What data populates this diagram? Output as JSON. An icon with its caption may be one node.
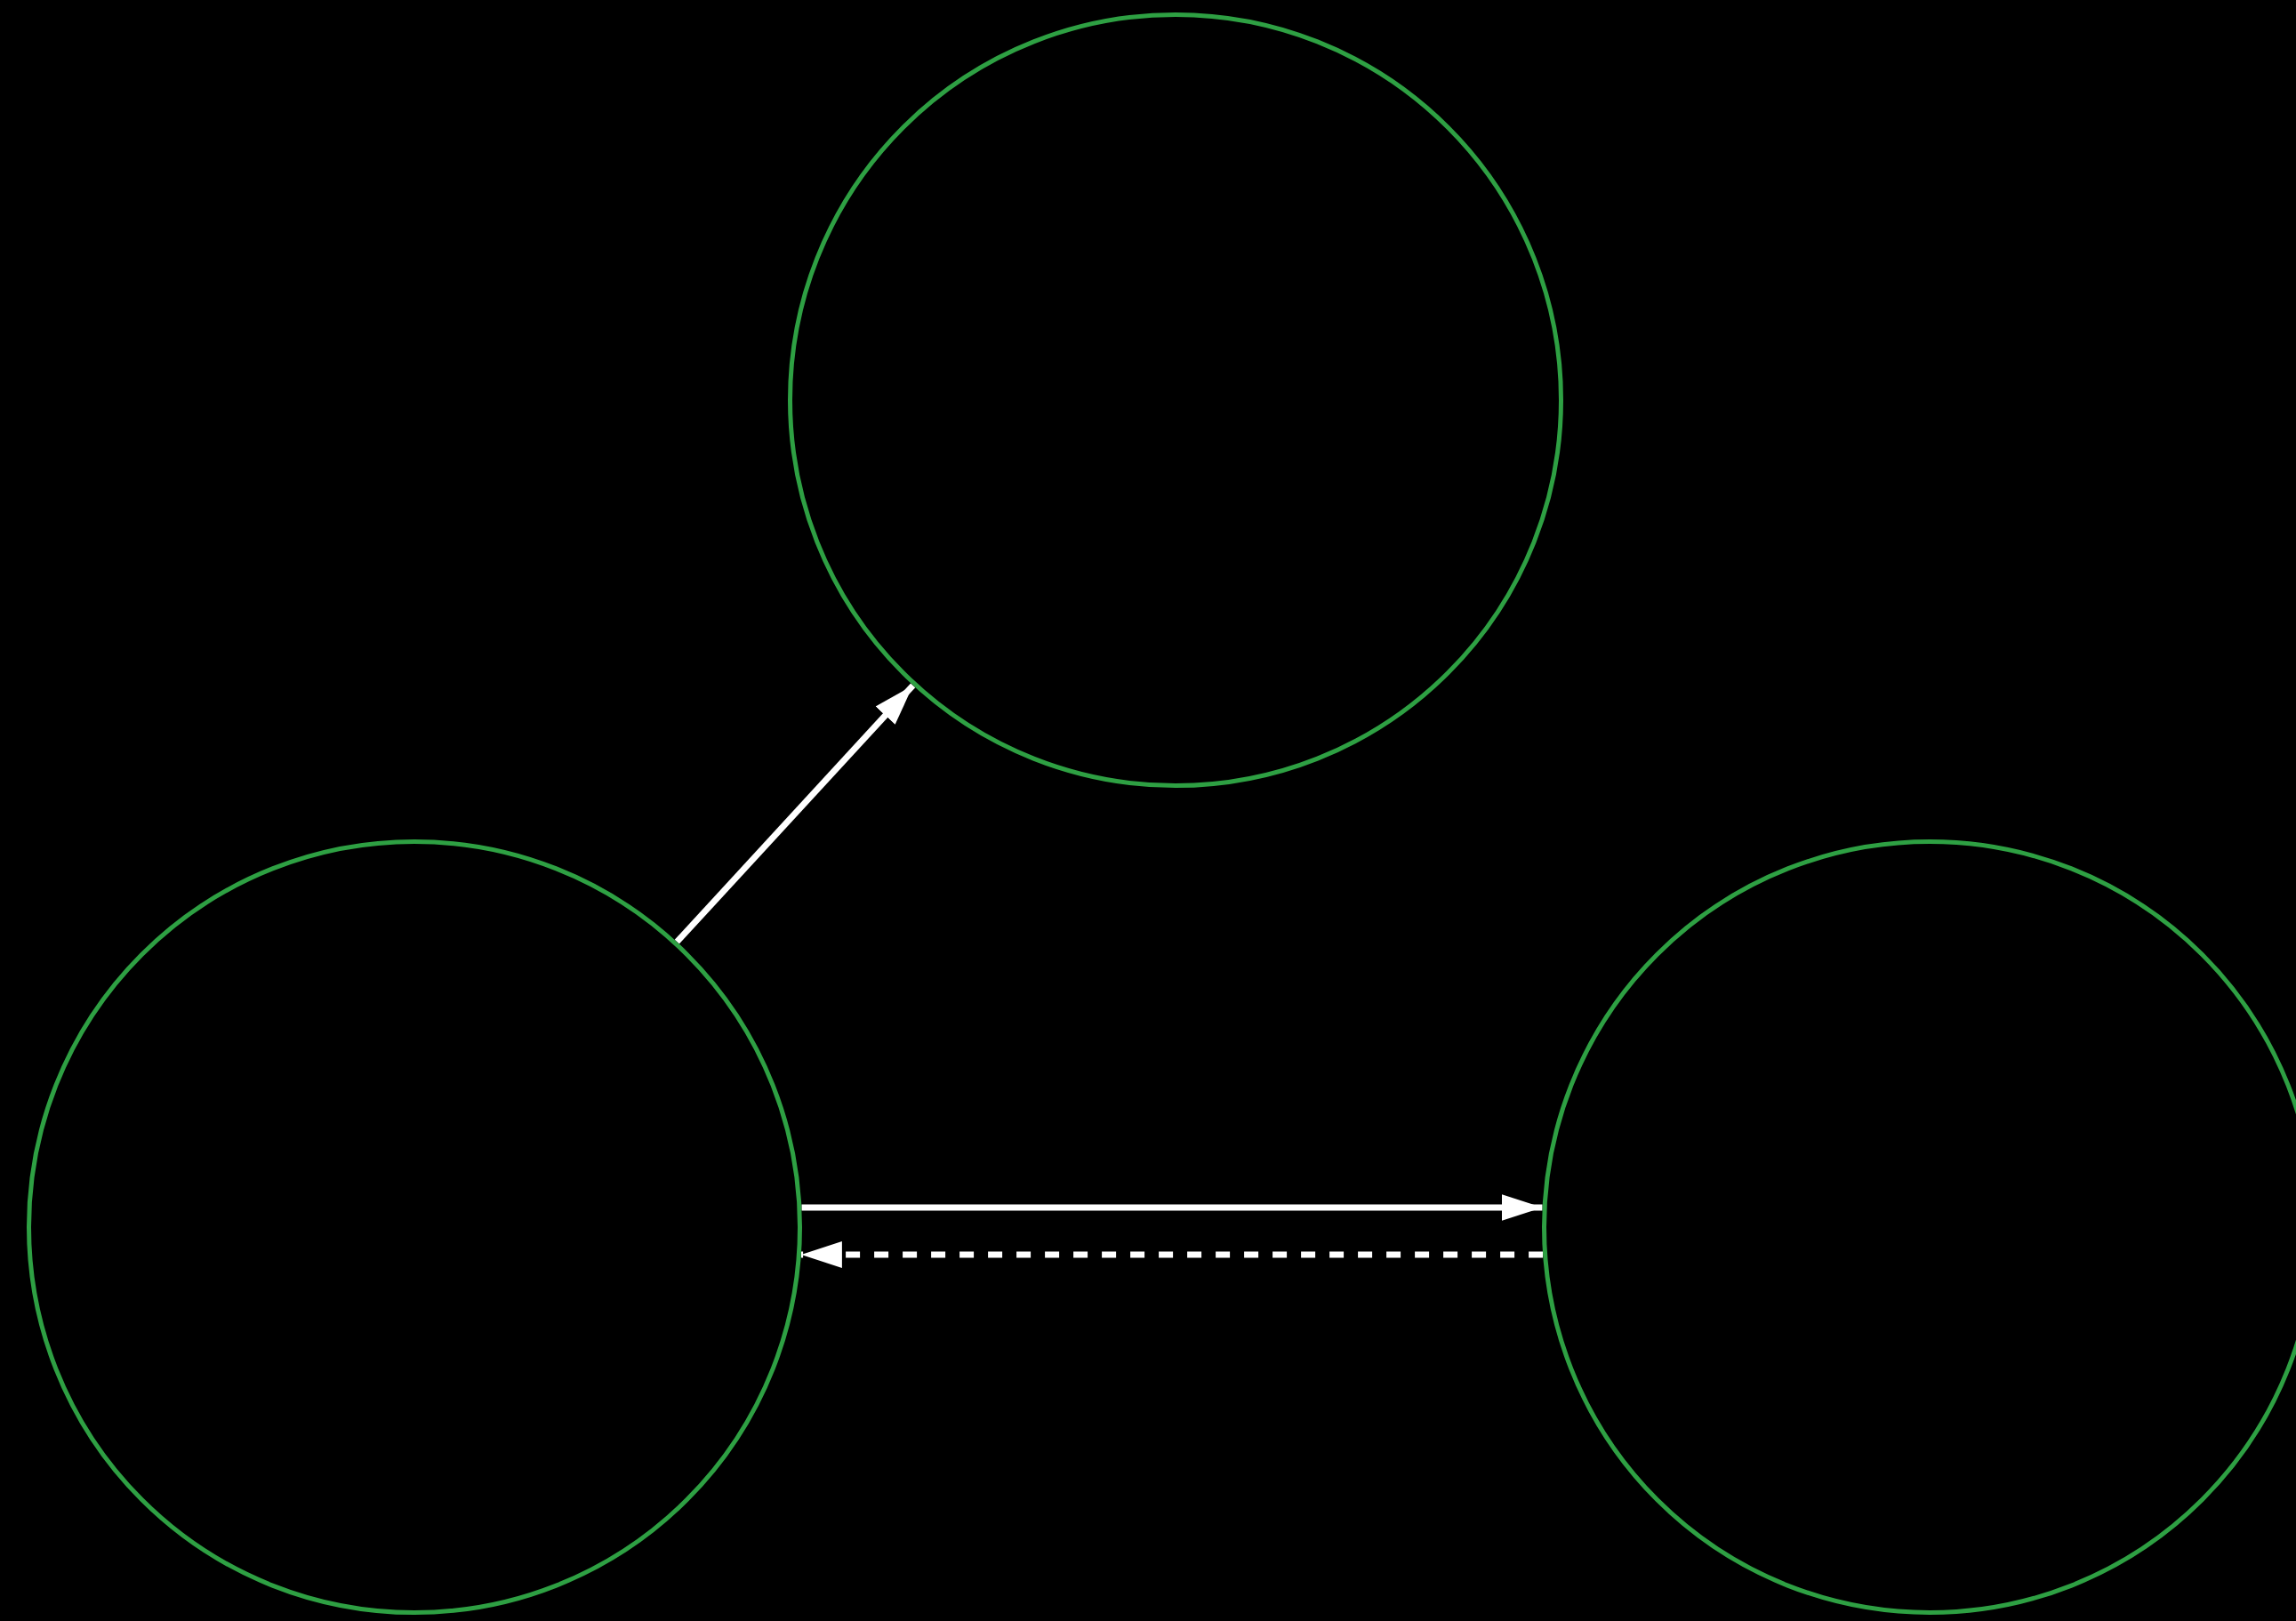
{
  "diagram": {
    "nodes": [
      {
        "text": [],
        "shape": "circle"
      },
      {
        "text": [],
        "shape": "circle"
      },
      {
        "text": [],
        "shape": "circle"
      }
    ],
    "edges": [
      {
        "from": 1,
        "to": 0,
        "arrow": "to"
      },
      {
        "from": 1,
        "to": 2,
        "arrow": "to"
      },
      {
        "from": 2,
        "to": 1,
        "arrow": "to",
        "style": "dashed"
      }
    ]
  }
}
